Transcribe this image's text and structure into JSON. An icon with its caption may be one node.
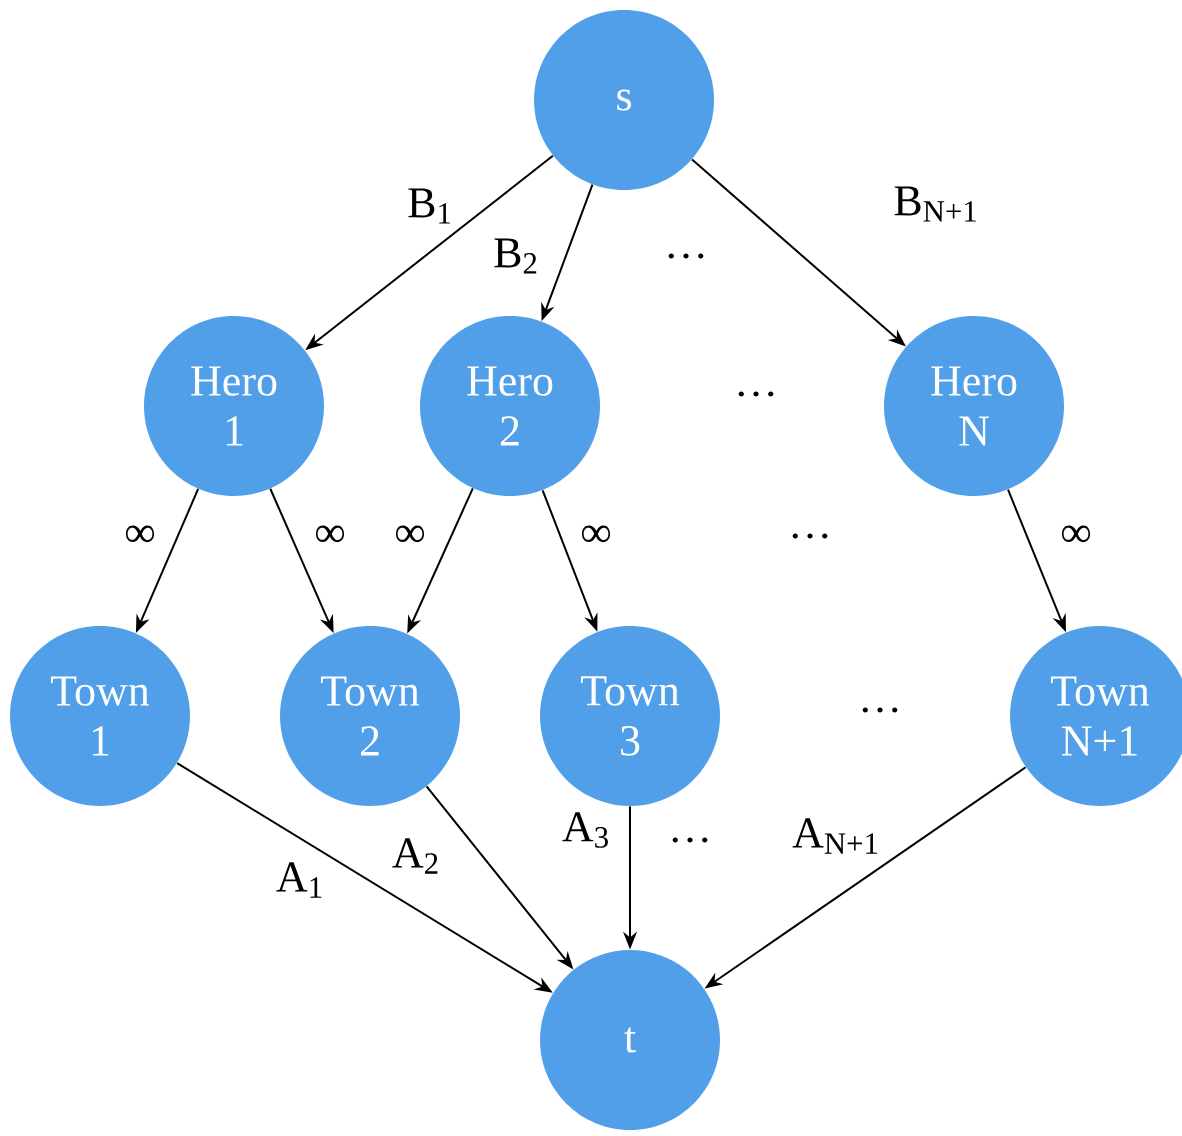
{
  "diagram": {
    "nodes": [
      {
        "text": [
          "s"
        ]
      },
      {
        "text": [
          "Hero 1"
        ]
      },
      {
        "text": [
          "Hero 2"
        ]
      },
      {
        "text": [
          "Hero N"
        ]
      },
      {
        "text": [
          "Town 1"
        ]
      },
      {
        "text": [
          "Town 2"
        ]
      },
      {
        "text": [
          "Town 3"
        ]
      },
      {
        "text": [
          "Town N+1"
        ]
      },
      {
        "text": [
          "t"
        ]
      }
    ],
    "edges": [
      {
        "from": 0,
        "to": 1,
        "arrow": "to",
        "label": "B$_{1}$"
      },
      {
        "from": 0,
        "to": 2,
        "arrow": "to",
        "label": "B$_{2}$"
      },
      {
        "from": 0,
        "to": 3,
        "arrow": "to",
        "label": "B$_{N+1}$"
      },
      {
        "from": 1,
        "to": 4,
        "arrow": "to",
        "label": "∞"
      },
      {
        "from": 1,
        "to": 5,
        "arrow": "to",
        "label": "∞"
      },
      {
        "from": 2,
        "to": 5,
        "arrow": "to",
        "label": "∞"
      },
      {
        "from": 2,
        "to": 6,
        "arrow": "to",
        "label": "∞"
      },
      {
        "from": 3,
        "to": 7,
        "arrow": "to",
        "label": "∞"
      },
      {
        "from": 4,
        "to": 8,
        "arrow": "to",
        "label": "A$_{1}$"
      },
      {
        "from": 5,
        "to": 8,
        "arrow": "to",
        "label": "A$_{2}$"
      },
      {
        "from": 6,
        "to": 8,
        "arrow": "to",
        "label": "A$_{3}$"
      },
      {
        "from": 7,
        "to": 8,
        "arrow": "to",
        "label": "A$_{N+1}$"
      }
    ],
    "labels": [
      "…",
      "…",
      "…",
      "…",
      "…"
    ]
  }
}
